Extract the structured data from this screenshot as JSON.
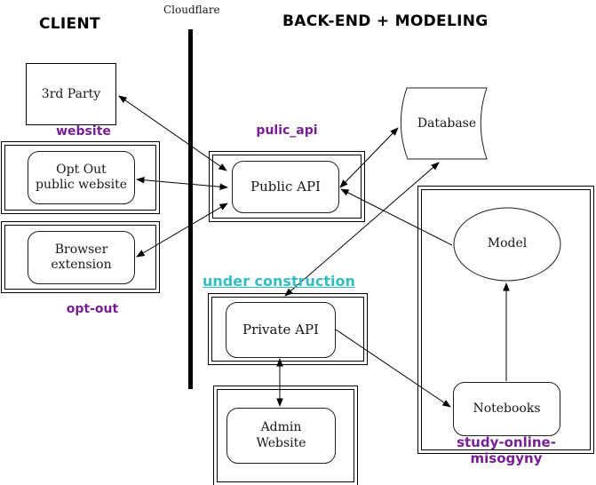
{
  "header": {
    "client_title": "CLIENT",
    "backend_title": "BACK-END + MODELING",
    "cloudflare_label": "Cloudflare"
  },
  "colors": {
    "accent_purple": "#762093",
    "accent_teal": "#35bdbd",
    "line_black": "#000000"
  },
  "groups": {
    "website": {
      "label": "website"
    },
    "opt_out": {
      "label": "opt-out"
    },
    "pulic_api": {
      "label": "pulic_api"
    },
    "under_construction": {
      "label": "under construction"
    },
    "study_online_misogyny": {
      "label": "study-online-misogyny"
    }
  },
  "nodes": {
    "third_party": {
      "label": "3rd Party"
    },
    "opt_out_public_website": {
      "label": "Opt Out\npublic website"
    },
    "browser_extension": {
      "label": "Browser\nextension"
    },
    "public_api": {
      "label": "Public API"
    },
    "private_api": {
      "label": "Private API"
    },
    "admin_website": {
      "label": "Admin\nWebsite"
    },
    "database": {
      "label": "Database"
    },
    "model": {
      "label": "Model"
    },
    "notebooks": {
      "label": "Notebooks"
    }
  },
  "edges": [
    {
      "from": "Public API",
      "to": "3rd Party",
      "direction": "both"
    },
    {
      "from": "Public API",
      "to": "Opt Out public website",
      "direction": "both"
    },
    {
      "from": "Public API",
      "to": "Browser extension",
      "direction": "both"
    },
    {
      "from": "Public API",
      "to": "Database",
      "direction": "both"
    },
    {
      "from": "Private API",
      "to": "Database",
      "direction": "both"
    },
    {
      "from": "Model",
      "to": "Public API",
      "direction": "one-way"
    },
    {
      "from": "Private API",
      "to": "Admin Website",
      "direction": "both"
    },
    {
      "from": "Private API",
      "to": "Notebooks",
      "direction": "one-way"
    },
    {
      "from": "Notebooks",
      "to": "Model",
      "direction": "one-way"
    }
  ]
}
